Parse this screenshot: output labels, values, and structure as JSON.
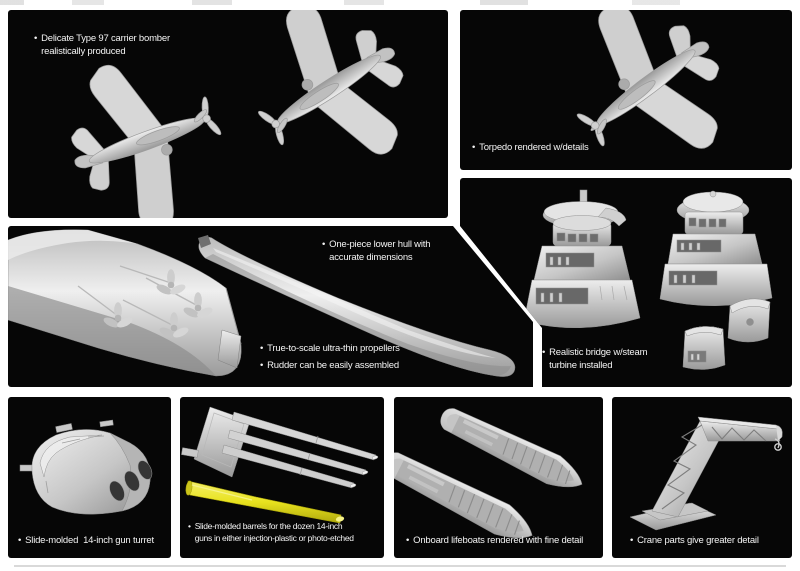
{
  "ui": {
    "bullet": "•"
  },
  "colors": {
    "page_bg": "#ffffff",
    "panel_bg": "#060606",
    "caption_text": "#f4f4f4",
    "part_gray": "#d4d4d4",
    "barrel_yellow": "#e8e21e"
  },
  "panels": {
    "aircraft": {
      "caption_lines": [
        "Delicate Type 97 carrier bomber",
        "realistically produced"
      ]
    },
    "torpedo": {
      "caption": "Torpedo rendered w/details"
    },
    "hull": {
      "caption1_lines": [
        "One-piece lower hull with",
        "accurate dimensions"
      ],
      "caption2": "True-to-scale ultra-thin propellers",
      "caption3": "Rudder can be easily assembled"
    },
    "bridge": {
      "caption_lines": [
        "Realistic bridge w/steam",
        "turbine installed"
      ]
    },
    "turret": {
      "caption": "Slide-molded  14-inch gun turret"
    },
    "barrels": {
      "caption_lines": [
        "Slide-molded barrels for the dozen 14-inch",
        "guns in either injection-plastic or photo-etched"
      ]
    },
    "lifeboats": {
      "caption": "Onboard lifeboats rendered with fine detail"
    },
    "crane": {
      "caption": "Crane parts give greater detail"
    }
  }
}
